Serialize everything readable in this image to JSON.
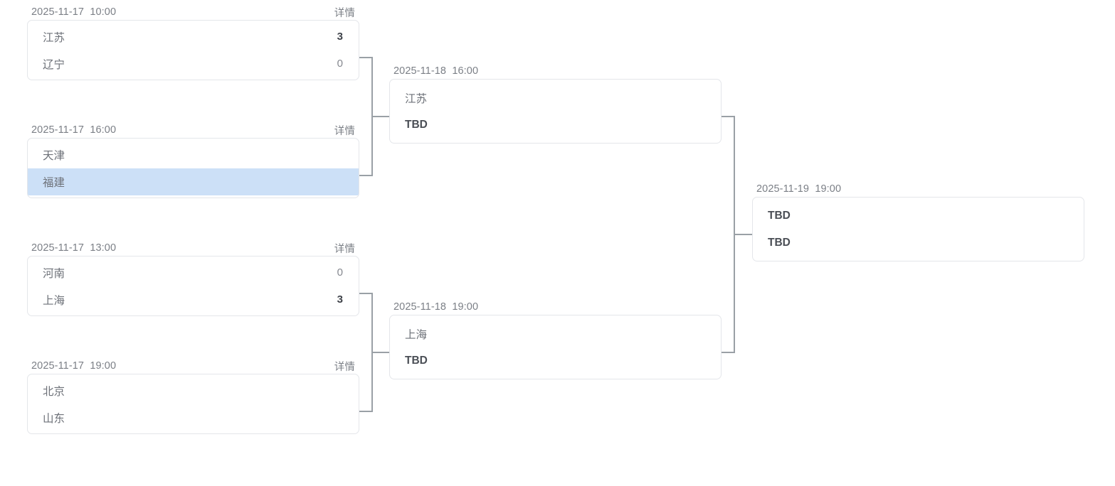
{
  "bracket": {
    "rounds": [
      {
        "name": "round-of-8",
        "matches": [
          {
            "date": "2025-11-17  10:00",
            "details_label": "详情",
            "teams": [
              {
                "name": "江苏",
                "score": "3",
                "winner": true,
                "highlight": false,
                "tbd": false
              },
              {
                "name": "辽宁",
                "score": "0",
                "winner": false,
                "highlight": false,
                "tbd": false
              }
            ]
          },
          {
            "date": "2025-11-17  16:00",
            "details_label": "详情",
            "teams": [
              {
                "name": "天津",
                "score": "",
                "winner": false,
                "highlight": false,
                "tbd": false
              },
              {
                "name": "福建",
                "score": "",
                "winner": false,
                "highlight": true,
                "tbd": false
              }
            ]
          },
          {
            "date": "2025-11-17  13:00",
            "details_label": "详情",
            "teams": [
              {
                "name": "河南",
                "score": "0",
                "winner": false,
                "highlight": false,
                "tbd": false
              },
              {
                "name": "上海",
                "score": "3",
                "winner": true,
                "highlight": false,
                "tbd": false
              }
            ]
          },
          {
            "date": "2025-11-17  19:00",
            "details_label": "详情",
            "teams": [
              {
                "name": "北京",
                "score": "",
                "winner": false,
                "highlight": false,
                "tbd": false
              },
              {
                "name": "山东",
                "score": "",
                "winner": false,
                "highlight": false,
                "tbd": false
              }
            ]
          }
        ]
      },
      {
        "name": "semifinals",
        "matches": [
          {
            "date": "2025-11-18  16:00",
            "details_label": "",
            "teams": [
              {
                "name": "江苏",
                "score": "",
                "winner": false,
                "highlight": false,
                "tbd": false
              },
              {
                "name": "TBD",
                "score": "",
                "winner": false,
                "highlight": false,
                "tbd": true
              }
            ]
          },
          {
            "date": "2025-11-18  19:00",
            "details_label": "",
            "teams": [
              {
                "name": "上海",
                "score": "",
                "winner": false,
                "highlight": false,
                "tbd": false
              },
              {
                "name": "TBD",
                "score": "",
                "winner": false,
                "highlight": false,
                "tbd": true
              }
            ]
          }
        ]
      },
      {
        "name": "final",
        "matches": [
          {
            "date": "2025-11-19  19:00",
            "details_label": "",
            "teams": [
              {
                "name": "TBD",
                "score": "",
                "winner": false,
                "highlight": false,
                "tbd": true
              },
              {
                "name": "TBD",
                "score": "",
                "winner": false,
                "highlight": false,
                "tbd": true
              }
            ]
          }
        ]
      }
    ]
  },
  "colors": {
    "highlight_row": "#cce0f7",
    "card_border": "#e4e6ea",
    "connector": "#9aa0a6",
    "muted_text": "#7b7f86",
    "strong_text": "#3f434a"
  }
}
